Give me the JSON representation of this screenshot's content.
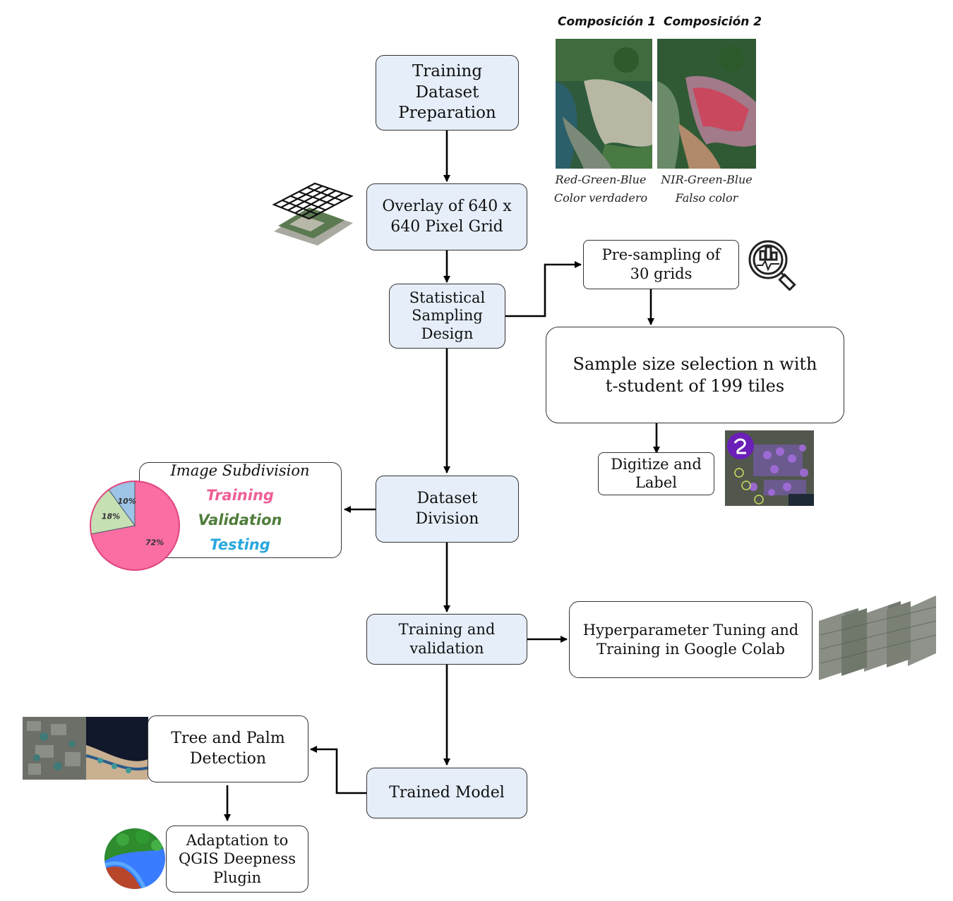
{
  "boxes": {
    "training_dataset_preparation": "Training\nDataset\nPreparation",
    "overlay_grid": "Overlay of 640 x\n640 Pixel Grid",
    "statistical_sampling": "Statistical\nSampling\nDesign",
    "pre_sampling": "Pre-sampling of\n30 grids",
    "sample_size": "Sample size selection n with\nt-student of 199 tiles",
    "digitize_label": "Digitize and\nLabel",
    "dataset_division": "Dataset\nDivision",
    "training_validation": "Training and\nvalidation",
    "hyperparameter": "Hyperparameter Tuning and\nTraining in Google Colab",
    "trained_model": "Trained Model",
    "tree_palm": "Tree and Palm\nDetection",
    "qgis": "Adaptation to\nQGIS Deepness\nPlugin"
  },
  "compositions": {
    "comp1_title": "Composición 1",
    "comp2_title": "Composición 2",
    "comp1_caption": "Red-Green-Blue\nColor verdadero",
    "comp2_caption": "NIR-Green-Blue\nFalso color"
  },
  "subdivision": {
    "title": "Image Subdivision",
    "training": "Training",
    "validation": "Validation",
    "testing": "Testing",
    "colors": {
      "training": "#ee5f96",
      "validation": "#4f7d3a",
      "testing": "#29a8dc"
    }
  },
  "chart_data": {
    "type": "pie",
    "categories": [
      "Training",
      "Validation",
      "Testing"
    ],
    "values": [
      72,
      18,
      10
    ],
    "labels": [
      "72%",
      "18%",
      "10%"
    ],
    "colors": [
      "#fb6ea3",
      "#c6e0b4",
      "#9dc3e6"
    ]
  }
}
